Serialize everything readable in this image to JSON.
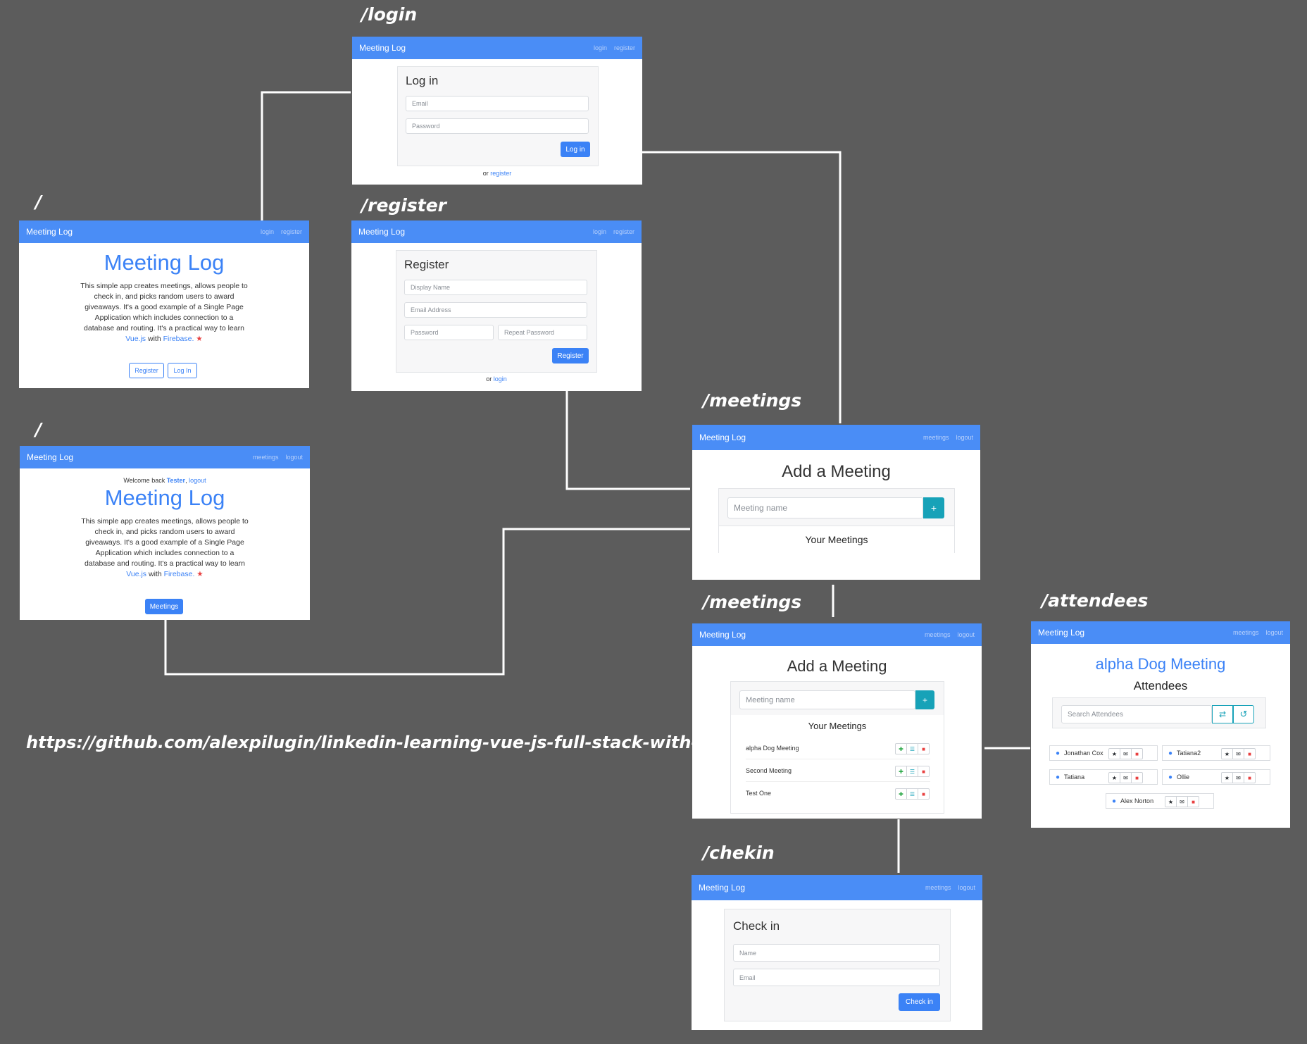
{
  "routes": {
    "login": "/login",
    "register": "/register",
    "home": "/",
    "home_logged_in": "/",
    "meetings": "/meetings",
    "meetings_list": "/meetings",
    "attendees": "/attendees",
    "checkin": "/chekin"
  },
  "repo_url": "https://github.com/alexpilugin/linkedin-learning-vue-js-full-stack-with-firebase",
  "brand": "Meeting Log",
  "nav_guest": {
    "login": "login",
    "register": "register"
  },
  "nav_user": {
    "meetings": "meetings",
    "logout": "logout"
  },
  "login_screen": {
    "title": "Log in",
    "email_placeholder": "Email",
    "password_placeholder": "Password",
    "submit": "Log in",
    "footer_prefix": "or",
    "footer_link": "register"
  },
  "register_screen": {
    "title": "Register",
    "display_name_placeholder": "Display Name",
    "email_placeholder": "Email Address",
    "password_placeholder": "Password",
    "repeat_password_placeholder": "Repeat Password",
    "submit": "Register",
    "footer_prefix": "or",
    "footer_link": "login"
  },
  "home_screen": {
    "hero": "Meeting Log",
    "desc_1": "This simple app creates meetings, allows people to check in, and picks random users to award giveaways. It's a good example of a Single Page Application which includes connection to a database and routing. It's a practical way to learn",
    "vue_link": "Vue.js",
    "with": "with",
    "firebase_link": "Firebase.",
    "register_btn": "Register",
    "login_btn": "Log In"
  },
  "home_user_screen": {
    "welcome_prefix": "Welcome back",
    "user": "Tester",
    "logout_link": "logout",
    "meetings_btn": "Meetings"
  },
  "meetings_screen": {
    "title": "Add a Meeting",
    "input_placeholder": "Meeting name",
    "add_btn": "+",
    "list_title": "Your Meetings",
    "items": [
      "alpha Dog Meeting",
      "Second Meeting",
      "Test One"
    ]
  },
  "attendees_screen": {
    "title": "alpha Dog Meeting",
    "subtitle": "Attendees",
    "search_placeholder": "Search Attendees",
    "people": [
      "Jonathan Cox",
      "Tatiana2",
      "Tatiana",
      "Ollie",
      "Alex Norton"
    ]
  },
  "checkin_screen": {
    "title": "Check in",
    "name_placeholder": "Name",
    "email_placeholder": "Email",
    "submit": "Check in"
  },
  "icons": {
    "add_user": "user-plus-icon",
    "list": "list-icon",
    "delete": "trash-icon",
    "star": "star-icon",
    "mail": "mail-icon",
    "shuffle": "shuffle-icon",
    "undo": "undo-icon",
    "person": "person-icon"
  },
  "colors": {
    "navbar": "#4a8df6",
    "primary": "#3b82f6",
    "teal": "#17a2b8",
    "danger": "#e84040",
    "success": "#28a745",
    "background": "#5c5c5c"
  }
}
